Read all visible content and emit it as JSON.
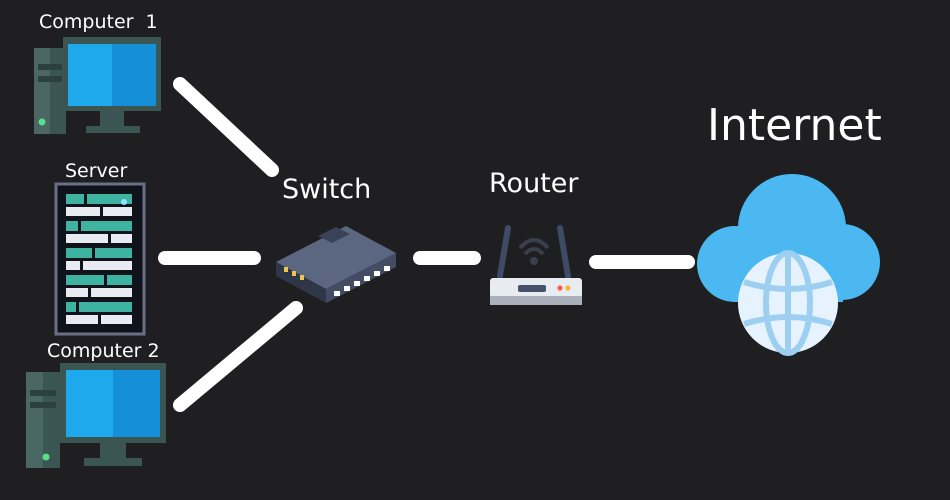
{
  "diagram": {
    "nodes": {
      "computer1": {
        "label": "Computer  1",
        "icon": "desktop-computer-icon"
      },
      "server": {
        "label": "Server",
        "icon": "server-rack-icon"
      },
      "computer2": {
        "label": "Computer 2",
        "icon": "desktop-computer-icon"
      },
      "switch": {
        "label": "Switch",
        "icon": "network-switch-icon"
      },
      "router": {
        "label": "Router",
        "icon": "wifi-router-icon"
      },
      "internet": {
        "label": "Internet",
        "icon": "cloud-globe-icon"
      }
    },
    "connections": [
      [
        "computer1",
        "switch"
      ],
      [
        "server",
        "switch"
      ],
      [
        "computer2",
        "switch"
      ],
      [
        "switch",
        "router"
      ],
      [
        "router",
        "internet"
      ]
    ]
  },
  "colors": {
    "background": "#1f1f21",
    "text": "#ffffff",
    "link": "#ffffff",
    "screen": "#1aa7e8",
    "tower": "#3f5a57",
    "server_accent": "#35b9a6",
    "cloud": "#4bb8f2"
  }
}
